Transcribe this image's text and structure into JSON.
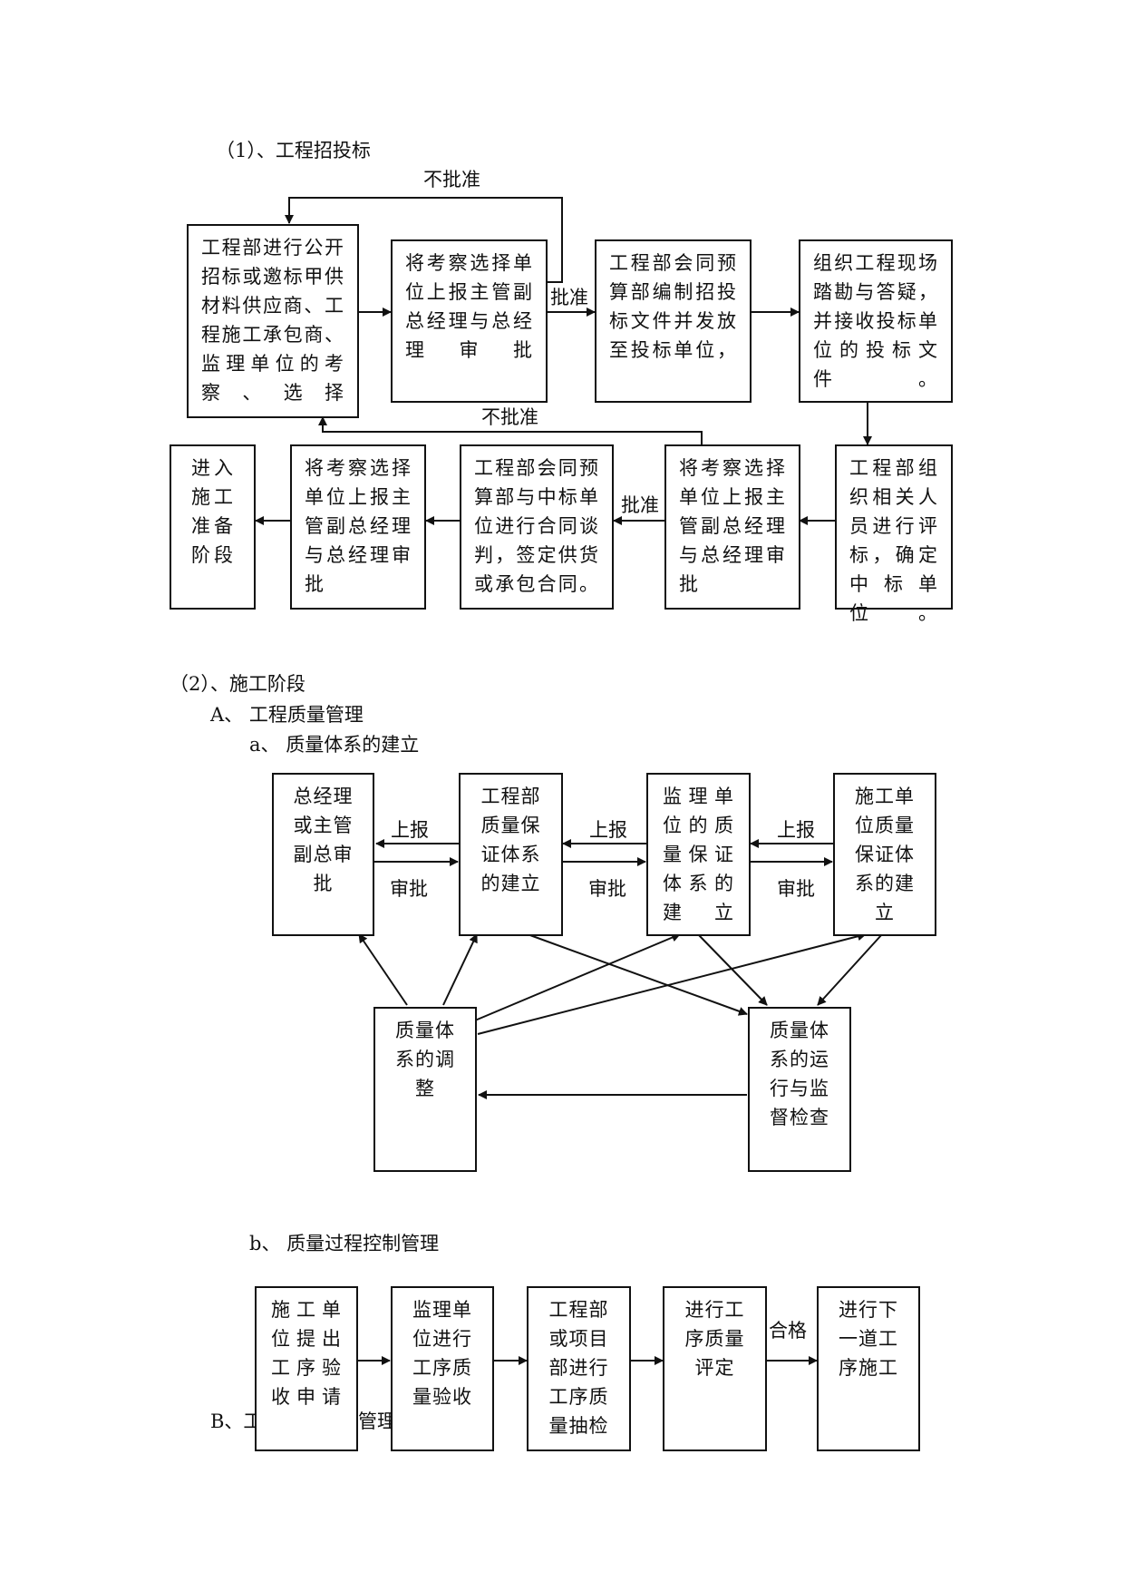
{
  "section1": {
    "heading": "（1）、工程招投标",
    "boxes": {
      "b1": "工程部进行公开招标或邀标甲供材料供应商、工程施工承包商、监理单位的考察、选择",
      "b2": "将考察选择单位上报主管副总经理与总经理审批",
      "b3": "工程部会同预算部编制招投标文件并发放至投标单位，",
      "b4": "组织工程现场踏勘与答疑，并接收投标单位的投标文件。",
      "b5": "工程部组织相关人员进行评标，确定中标单位。",
      "b6": "将考察选择单位上报主管副总经理与总经理审批",
      "b7": "工程部会同预算部与中标单位进行合同谈判，签定供货或承包合同。",
      "b8": "将考察选择单位上报主管副总经理与总经理审批",
      "b9": "进入施工准备阶段"
    },
    "labels": {
      "reject_top": "不批准",
      "approve_top": "批准",
      "reject_bottom": "不批准",
      "approve_bottom": "批准"
    }
  },
  "section2": {
    "heading": "（2）、施工阶段",
    "subheading_A": "A、 工程质量管理",
    "subheading_a": "a、 质量体系的建立",
    "boxes": {
      "q1": "总经理或主管副总审批",
      "q2": "工程部质量保证体系的建立",
      "q3": "监理单位的质量保证体系的建立",
      "q4": "施工单位质量保证体系的建立",
      "q5": "质量体系的调整",
      "q6": "质量体系的运行与监督检查"
    },
    "labels": {
      "report": "上报",
      "approve": "审批"
    },
    "subheading_b": "b、 质量过程控制管理",
    "process": {
      "p1": "施工单位提出工序验收申请",
      "p2": "监理单位进行工序质量验收",
      "p3": "工程部或项目部进行工序质量抽检",
      "p4": "进行工序质量评定",
      "p5": "进行下一道工序施工",
      "pass": "合格"
    },
    "subheading_B_partial": "B、工",
    "subheading_B_tail": "管理"
  }
}
